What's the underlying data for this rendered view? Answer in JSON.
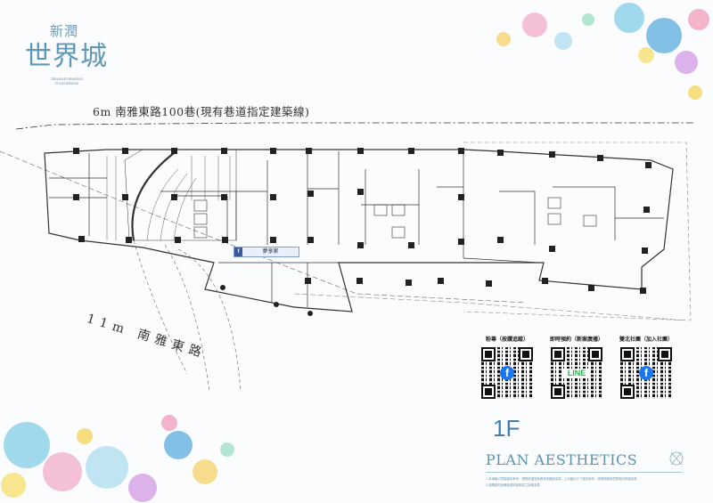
{
  "brand": {
    "subtitle": "新潤",
    "name": "世界城",
    "tagline": "TRANSFORMING TOMORROW"
  },
  "plan": {
    "road_top": "6m  南雅東路100巷(現有巷道指定建築線)",
    "road_bottom": "11m 南雅東路",
    "fb_tag": "夢享家",
    "floor": "1F",
    "title": "PLAN AESTHETICS"
  },
  "qr_codes": [
    {
      "label": "粉專（按讚追蹤）",
      "icon": "facebook-icon"
    },
    {
      "label": "即時預約（新案廣播）",
      "icon": "line-icon",
      "icon_text": "LINE"
    },
    {
      "label": "雙北社團（加入社團）",
      "icon": "facebook-icon"
    }
  ],
  "disclaimer": [
    "1.本海報示意圖僅供參考，實際依建造執照核准圖面為準，上列圖示尺寸僅供參考，詳細規劃依買賣契約附圖為準",
    "2.相關建材設備依建材說明書之說明為準"
  ],
  "colors": {
    "brand_blue": "#5e98b6",
    "floor_blue": "#3f7fb0",
    "facebook": "#1877f2",
    "line": "#22b24c"
  }
}
